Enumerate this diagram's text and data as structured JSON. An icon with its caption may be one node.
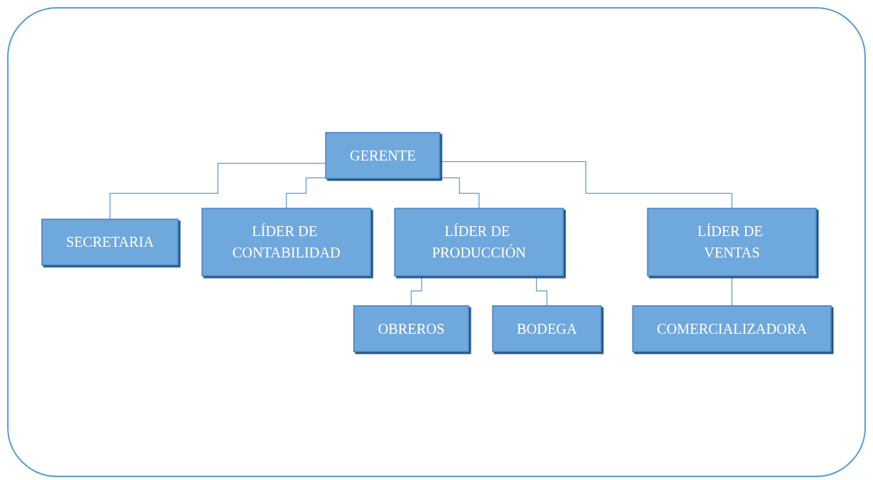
{
  "diagram": {
    "nodes": [
      {
        "text": [
          "GERENTE"
        ]
      },
      {
        "text": [
          "SECRETARIA"
        ]
      },
      {
        "text": [
          "LÍDER DE CONTABILIDAD"
        ]
      },
      {
        "text": [
          "LÍDER DE PRODUCCIÓN"
        ]
      },
      {
        "text": [
          "LÍDER DE VENTAS"
        ]
      },
      {
        "text": [
          "OBREROS"
        ]
      },
      {
        "text": [
          "BODEGA"
        ]
      },
      {
        "text": [
          "COMERCIALIZADORA"
        ]
      }
    ],
    "edges": [
      {
        "from": 0,
        "to": 1,
        "arrow": "none"
      },
      {
        "from": 0,
        "to": 2,
        "arrow": "none"
      },
      {
        "from": 0,
        "to": 3,
        "arrow": "none"
      },
      {
        "from": 0,
        "to": 4,
        "arrow": "none"
      },
      {
        "from": 3,
        "to": 5,
        "arrow": "none"
      },
      {
        "from": 3,
        "to": 6,
        "arrow": "none"
      },
      {
        "from": 4,
        "to": 7,
        "arrow": "none"
      }
    ]
  }
}
